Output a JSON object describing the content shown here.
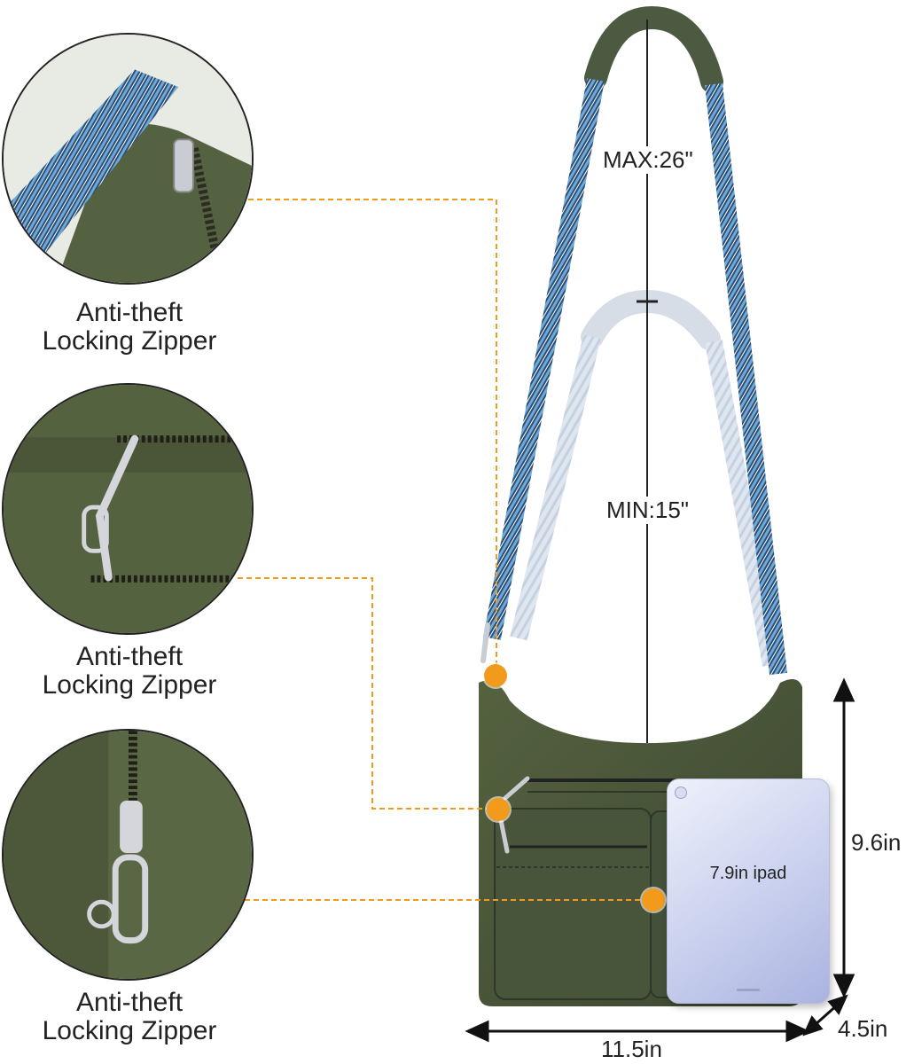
{
  "features": [
    {
      "line1": "Anti-theft",
      "line2": "Locking Zipper"
    },
    {
      "line1": "Anti-theft",
      "line2": "Locking Zipper"
    },
    {
      "line1": "Anti-theft",
      "line2": "Locking Zipper"
    }
  ],
  "strap": {
    "max_label": "MAX:26\"",
    "min_label": "MIN:15\""
  },
  "dimensions": {
    "height": "9.6in",
    "width": "11.5in",
    "depth": "4.5in"
  },
  "tablet": {
    "label": "7.9in ipad"
  },
  "colors": {
    "bag": "#4d5a3f",
    "bag_dark": "#3a4530",
    "accent_orange": "#f29a1c",
    "strap_blue": "#2a5b8c",
    "strap_teal": "#1aa3a6"
  }
}
